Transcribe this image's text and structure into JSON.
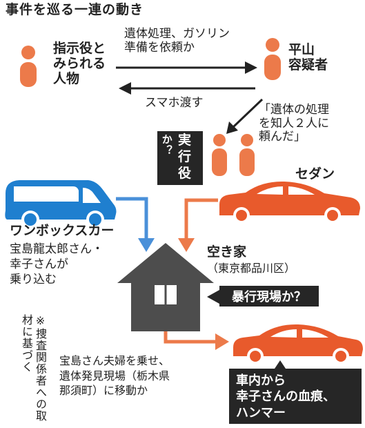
{
  "title": "事件を巡る一連の動き",
  "instigator": {
    "label": "指示役と\nみられる\n人物"
  },
  "suspect": {
    "label": "平山\n容疑者"
  },
  "request_arrow": {
    "label": "遺体処理、ガソリン\n準備を依頼か"
  },
  "phone_arrow": {
    "label": "スマホ渡す"
  },
  "quote": {
    "text": "「遺体の処理\nを知人２人に\n頼んだ」"
  },
  "executors": {
    "label": "実\n行\n役",
    "question": "か？"
  },
  "sedan": {
    "label": "セダン"
  },
  "van": {
    "label": "ワンボックスカー",
    "note": "宝島龍太郎さん・\n幸子さんが\n乗り込む"
  },
  "house": {
    "label": "空き家",
    "location": "（東京都品川区）",
    "tag": "暴行現場か？"
  },
  "footnote": {
    "text": "※捜査関係者への取材に基づく"
  },
  "move": {
    "text": "宝島さん夫婦を乗せ、\n遺体発見現場（栃木県\n那須町）に移動か"
  },
  "evidence": {
    "text": "車内から\n幸子さんの血痕、\nハンマー"
  },
  "colors": {
    "orange": "#ec7a4a",
    "red_car": "#e85a2c",
    "blue_car": "#1f7fcf",
    "arrow_blue": "#4a90d9",
    "arrow_orange": "#ec7a4a",
    "dark": "#262626",
    "house": "#4d4d4d"
  }
}
